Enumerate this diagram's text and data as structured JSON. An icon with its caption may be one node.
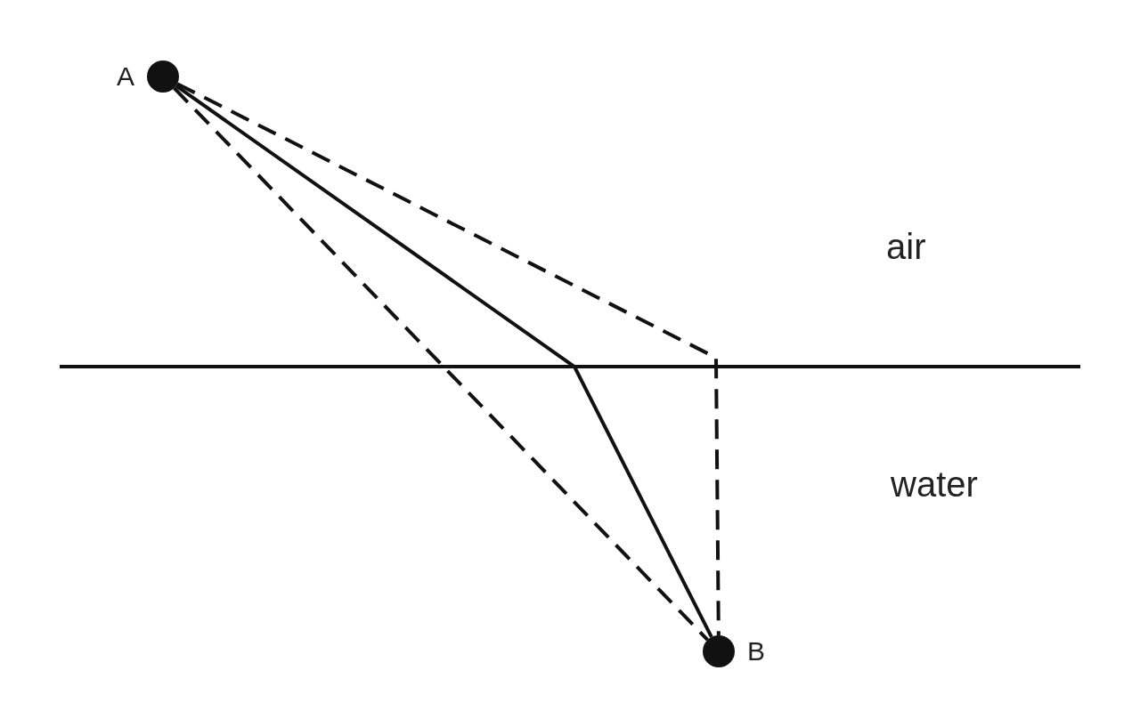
{
  "diagram": {
    "nodes": [
      {
        "text": [
          "A"
        ]
      },
      {
        "text": [
          "B"
        ]
      }
    ],
    "edges": [
      {
        "from": 0,
        "to": 1,
        "arrow": "none"
      },
      {
        "from": 0,
        "to": 1,
        "arrow": "none",
        "style": "dashed"
      },
      {
        "from": 0,
        "to": 1,
        "arrow": "none",
        "style": "dashed"
      }
    ],
    "labels": [
      "air",
      "water"
    ]
  }
}
